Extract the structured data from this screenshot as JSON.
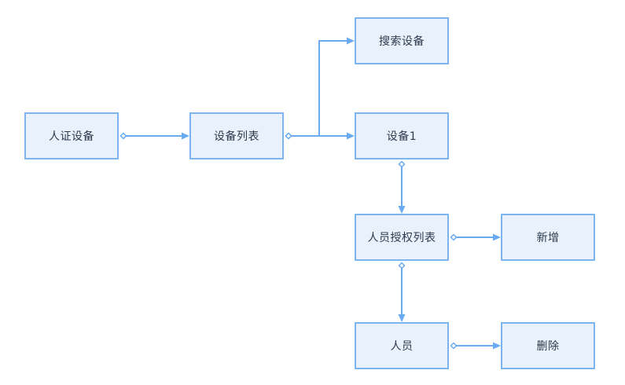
{
  "colors": {
    "node_fill": "#e8f1fc",
    "node_stroke": "#7cb4ef",
    "edge": "#6aaaf0",
    "text": "#2b3a4c"
  },
  "nodes": {
    "renzheng_shebei": "人证设备",
    "shebei_liebiao": "设备列表",
    "sousuo_shebei": "搜索设备",
    "shebei1": "设备1",
    "renyuan_shouquan_liebiao": "人员授权列表",
    "xinzeng": "新增",
    "renyuan": "人员",
    "shanchu": "删除"
  },
  "edges": [
    {
      "from": "renzheng_shebei",
      "to": "shebei_liebiao",
      "tail": "diamond",
      "head": "arrow"
    },
    {
      "from": "shebei_liebiao",
      "to": "shebei1",
      "tail": "diamond",
      "head": "arrow"
    },
    {
      "from": "shebei_liebiao",
      "to": "sousuo_shebei",
      "tail": "diamond",
      "head": "arrow"
    },
    {
      "from": "shebei1",
      "to": "renyuan_shouquan_liebiao",
      "tail": "diamond",
      "head": "arrow"
    },
    {
      "from": "renyuan_shouquan_liebiao",
      "to": "xinzeng",
      "tail": "diamond",
      "head": "arrow"
    },
    {
      "from": "renyuan_shouquan_liebiao",
      "to": "renyuan",
      "tail": "diamond",
      "head": "arrow"
    },
    {
      "from": "renyuan",
      "to": "shanchu",
      "tail": "diamond",
      "head": "arrow"
    }
  ]
}
